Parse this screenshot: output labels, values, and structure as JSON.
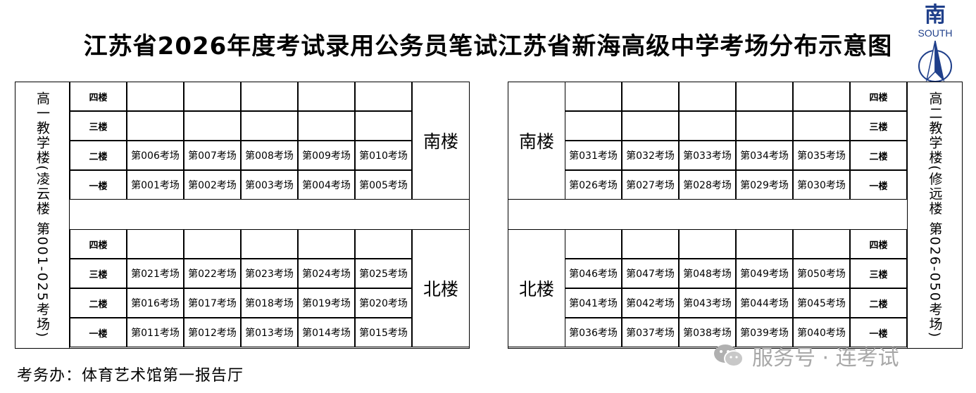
{
  "title": "江苏省2026年度考试录用公务员笔试江苏省新海高级中学考场分布示意图",
  "compass": {
    "char": "南",
    "label": "SOUTH"
  },
  "floors_labels": [
    "四楼",
    "三楼",
    "二楼",
    "一楼"
  ],
  "left_building": {
    "vertical_label": "高一教学楼(凌云楼 第001-025考场)",
    "south": {
      "name": "南楼",
      "rows": [
        [
          "",
          "",
          "",
          "",
          ""
        ],
        [
          "",
          "",
          "",
          "",
          ""
        ],
        [
          "第006考场",
          "第007考场",
          "第008考场",
          "第009考场",
          "第010考场"
        ],
        [
          "第001考场",
          "第002考场",
          "第003考场",
          "第004考场",
          "第005考场"
        ]
      ]
    },
    "north": {
      "name": "北楼",
      "rows": [
        [
          "",
          "",
          "",
          "",
          ""
        ],
        [
          "第021考场",
          "第022考场",
          "第023考场",
          "第024考场",
          "第025考场"
        ],
        [
          "第016考场",
          "第017考场",
          "第018考场",
          "第019考场",
          "第020考场"
        ],
        [
          "第011考场",
          "第012考场",
          "第013考场",
          "第014考场",
          "第015考场"
        ]
      ]
    }
  },
  "right_building": {
    "vertical_label": "高二教学楼(修远楼 第026-050考场)",
    "south": {
      "name": "南楼",
      "rows": [
        [
          "",
          "",
          "",
          "",
          ""
        ],
        [
          "",
          "",
          "",
          "",
          ""
        ],
        [
          "第031考场",
          "第032考场",
          "第033考场",
          "第034考场",
          "第035考场"
        ],
        [
          "第026考场",
          "第027考场",
          "第028考场",
          "第029考场",
          "第030考场"
        ]
      ]
    },
    "north": {
      "name": "北楼",
      "rows": [
        [
          "",
          "",
          "",
          "",
          ""
        ],
        [
          "第046考场",
          "第047考场",
          "第048考场",
          "第049考场",
          "第050考场"
        ],
        [
          "第041考场",
          "第042考场",
          "第043考场",
          "第044考场",
          "第045考场"
        ],
        [
          "第036考场",
          "第037考场",
          "第038考场",
          "第039考场",
          "第040考场"
        ]
      ]
    }
  },
  "footer": "考务办：体育艺术馆第一报告厅",
  "watermark": "服务号 · 连考试",
  "colors": {
    "compass": "#1f3f8a",
    "watermark": "#a8a8a8"
  }
}
